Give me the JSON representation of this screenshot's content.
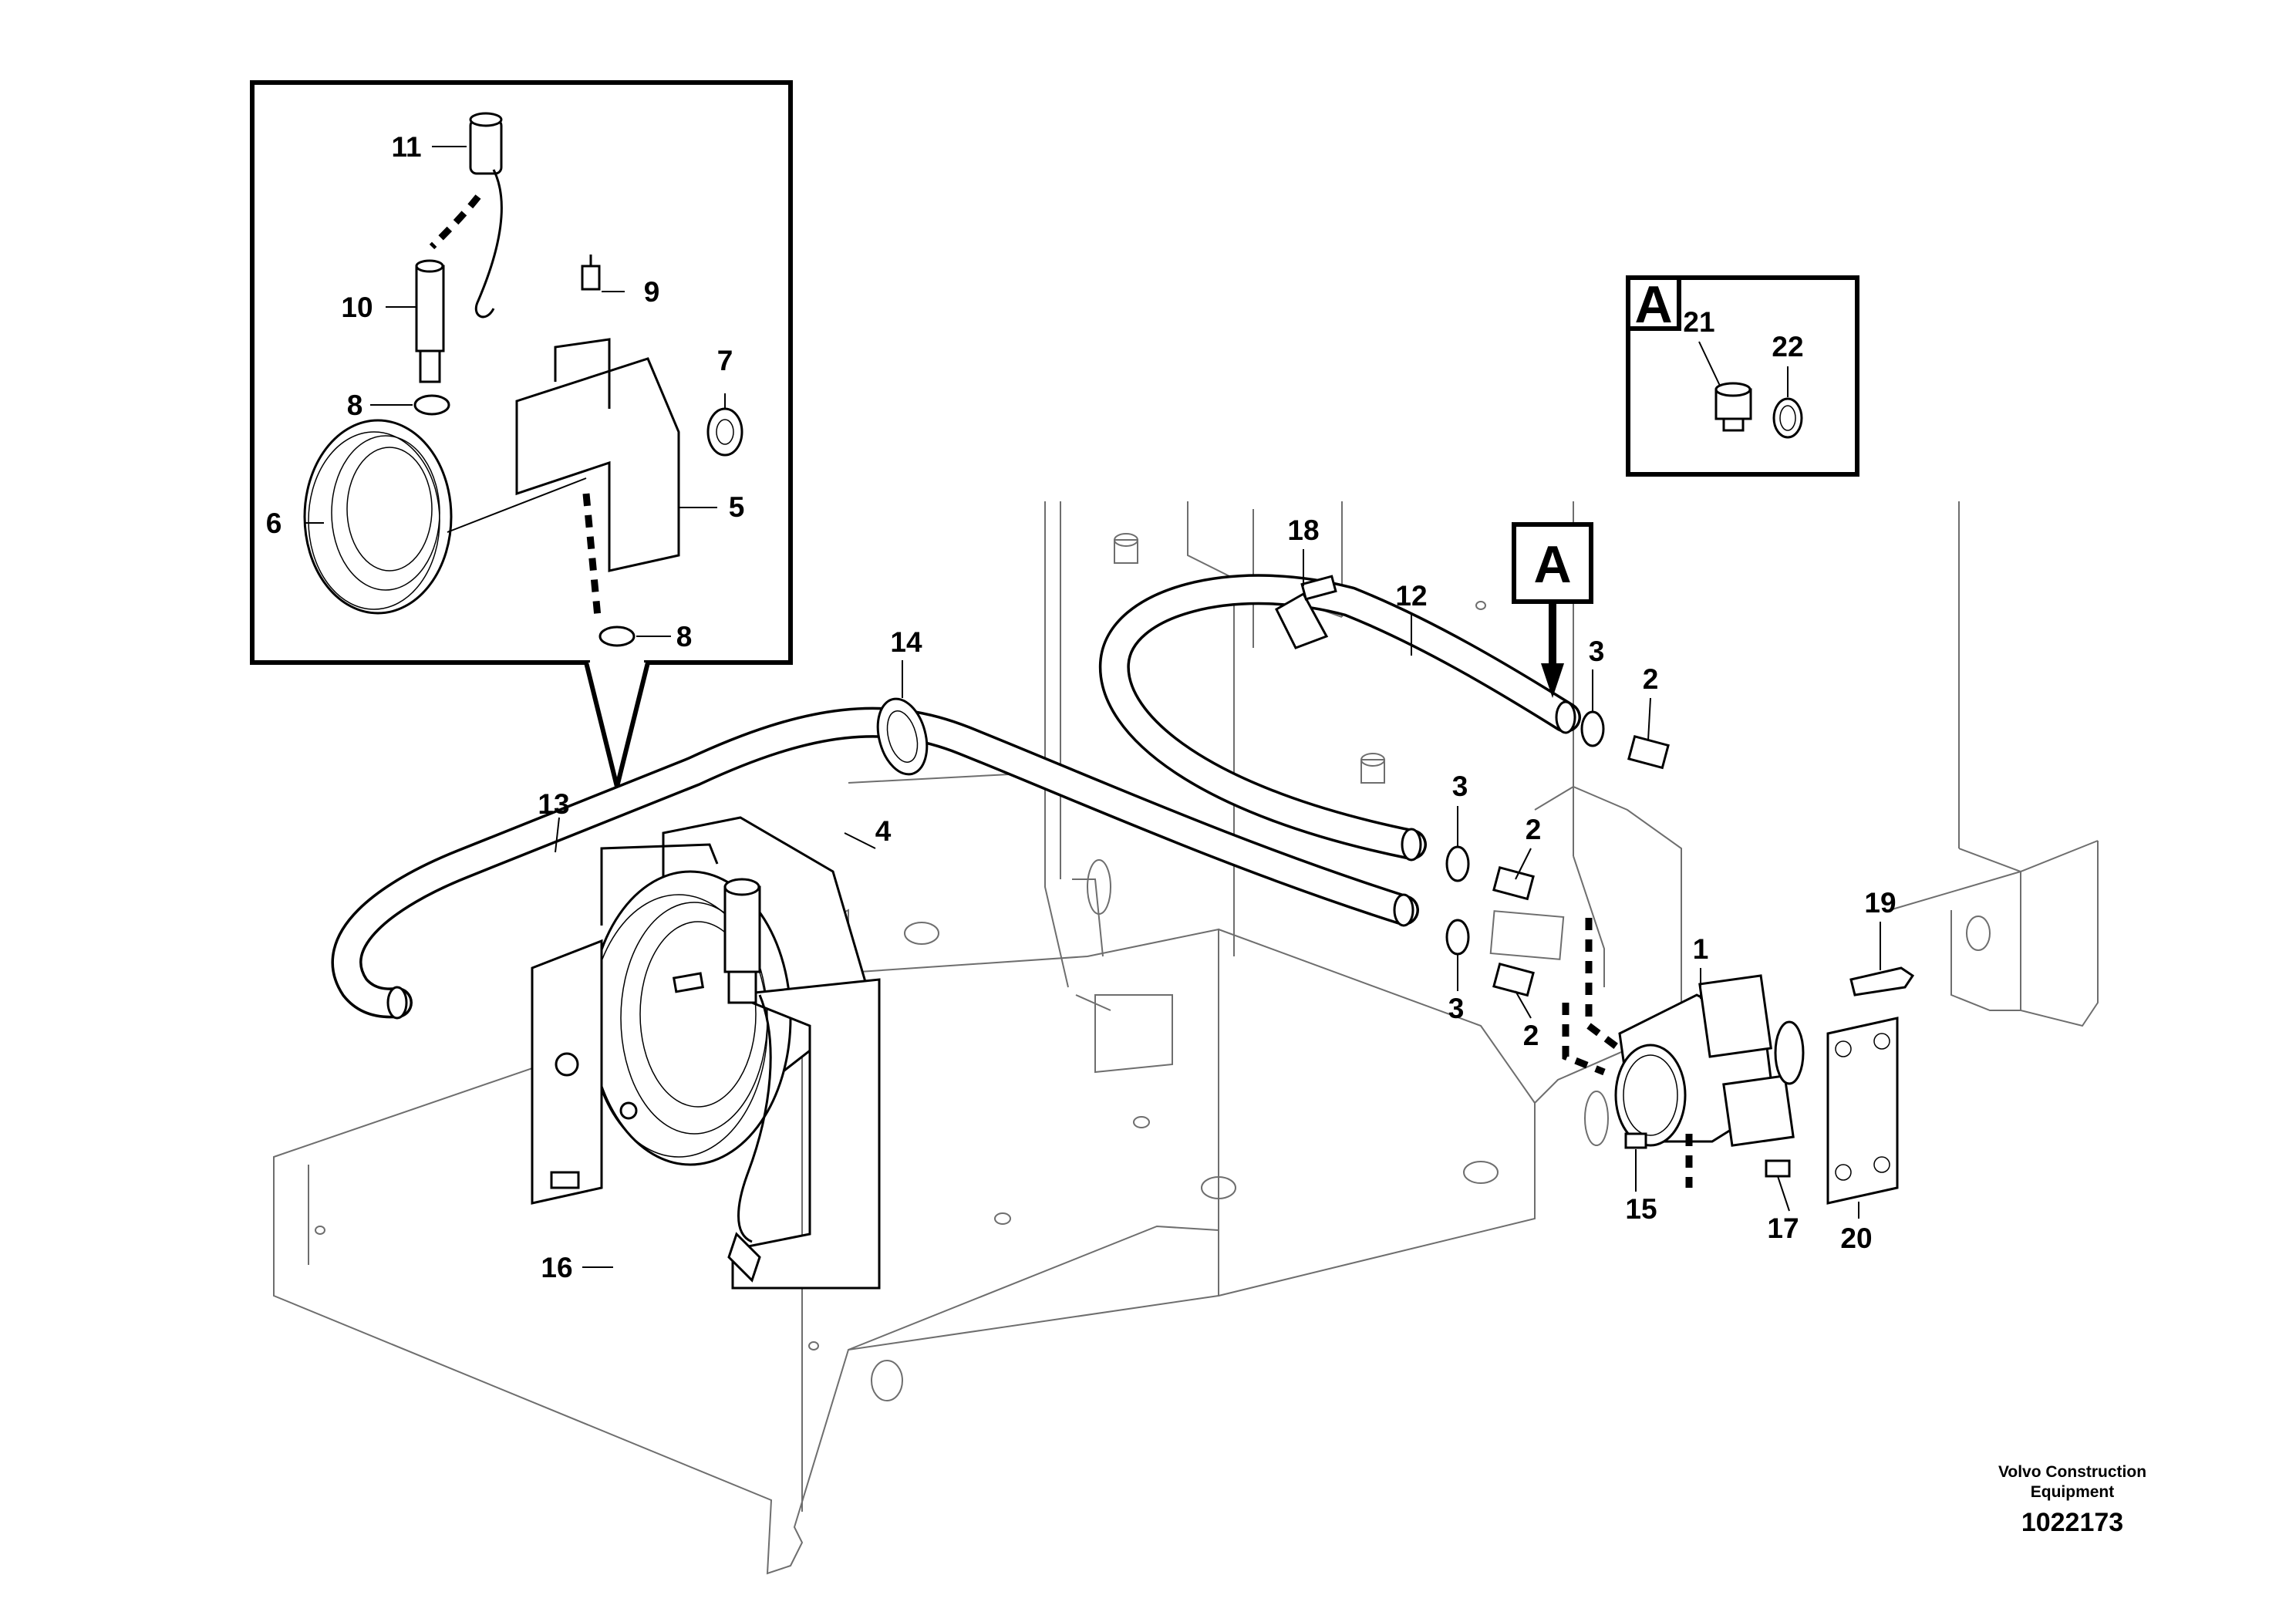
{
  "callouts": [
    {
      "id": "c1",
      "text": "1"
    },
    {
      "id": "c2a",
      "text": "2"
    },
    {
      "id": "c2b",
      "text": "2"
    },
    {
      "id": "c2c",
      "text": "2"
    },
    {
      "id": "c3a",
      "text": "3"
    },
    {
      "id": "c3b",
      "text": "3"
    },
    {
      "id": "c3c",
      "text": "3"
    },
    {
      "id": "c4",
      "text": "4"
    },
    {
      "id": "c5",
      "text": "5"
    },
    {
      "id": "c6",
      "text": "6"
    },
    {
      "id": "c7",
      "text": "7"
    },
    {
      "id": "c8a",
      "text": "8"
    },
    {
      "id": "c8b",
      "text": "8"
    },
    {
      "id": "c9",
      "text": "9"
    },
    {
      "id": "c10",
      "text": "10"
    },
    {
      "id": "c11",
      "text": "11"
    },
    {
      "id": "c12",
      "text": "12"
    },
    {
      "id": "c13",
      "text": "13"
    },
    {
      "id": "c14",
      "text": "14"
    },
    {
      "id": "c15",
      "text": "15"
    },
    {
      "id": "c16",
      "text": "16"
    },
    {
      "id": "c17",
      "text": "17"
    },
    {
      "id": "c18",
      "text": "18"
    },
    {
      "id": "c19",
      "text": "19"
    },
    {
      "id": "c20",
      "text": "20"
    },
    {
      "id": "c21",
      "text": "21"
    },
    {
      "id": "c22",
      "text": "22"
    }
  ],
  "detail_view": {
    "letter": "A"
  },
  "section_marker": {
    "letter": "A"
  },
  "footer": {
    "company_line1": "Volvo Construction",
    "company_line2": "Equipment",
    "drawing_number": "1022173"
  }
}
